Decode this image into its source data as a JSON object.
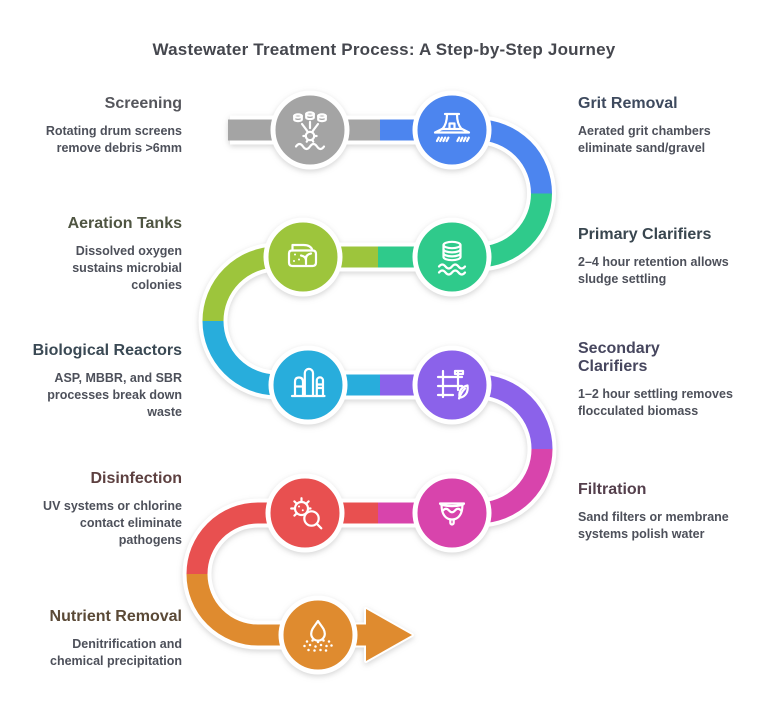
{
  "title": "Wastewater Treatment Process: A Step-by-Step Journey",
  "title_color": "#45474e",
  "body_text_color": "#4d505a",
  "background_color": "#ffffff",
  "path_outline_color": "#ffffff",
  "steps": [
    {
      "name": "Screening",
      "description": "Rotating drum screens remove debris >6mm",
      "color": "#a4a4a4",
      "heading_color": "#55565c",
      "side": "left",
      "icon": "screening-drum-gear-icon"
    },
    {
      "name": "Grit Removal",
      "description": "Aerated grit chambers eliminate sand/gravel",
      "color": "#4c85ef",
      "heading_color": "#3e4a5e",
      "side": "right",
      "icon": "grit-chamber-icon"
    },
    {
      "name": "Primary Clarifiers",
      "description": "2–4 hour retention allows sludge settling",
      "color": "#2fca8b",
      "heading_color": "#39464f",
      "side": "right",
      "icon": "clarifier-tank-icon"
    },
    {
      "name": "Aeration Tanks",
      "description": "Dissolved oxygen sustains microbial colonies",
      "color": "#9dc53c",
      "heading_color": "#4f5542",
      "side": "left",
      "icon": "aeration-tank-icon"
    },
    {
      "name": "Biological Reactors",
      "description": "ASP, MBBR, and SBR processes break down waste",
      "color": "#28addc",
      "heading_color": "#3a4954",
      "side": "left",
      "icon": "reactor-towers-icon"
    },
    {
      "name": "Secondary Clarifiers",
      "description": "1–2 hour settling removes flocculated biomass",
      "color": "#8b62ea",
      "heading_color": "#46465e",
      "side": "right",
      "icon": "clarifier-leaf-icon"
    },
    {
      "name": "Filtration",
      "description": "Sand filters or membrane systems polish water",
      "color": "#d844ac",
      "heading_color": "#543f4c",
      "side": "right",
      "icon": "filter-cup-icon"
    },
    {
      "name": "Disinfection",
      "description": "UV systems or chlorine contact eliminate pathogens",
      "color": "#e85050",
      "heading_color": "#5d4040",
      "side": "left",
      "icon": "microbe-magnifier-icon"
    },
    {
      "name": "Nutrient Removal",
      "description": "Denitrification and chemical precipitation",
      "color": "#df8b2f",
      "heading_color": "#5a4936",
      "side": "left",
      "icon": "droplet-spray-icon"
    }
  ]
}
